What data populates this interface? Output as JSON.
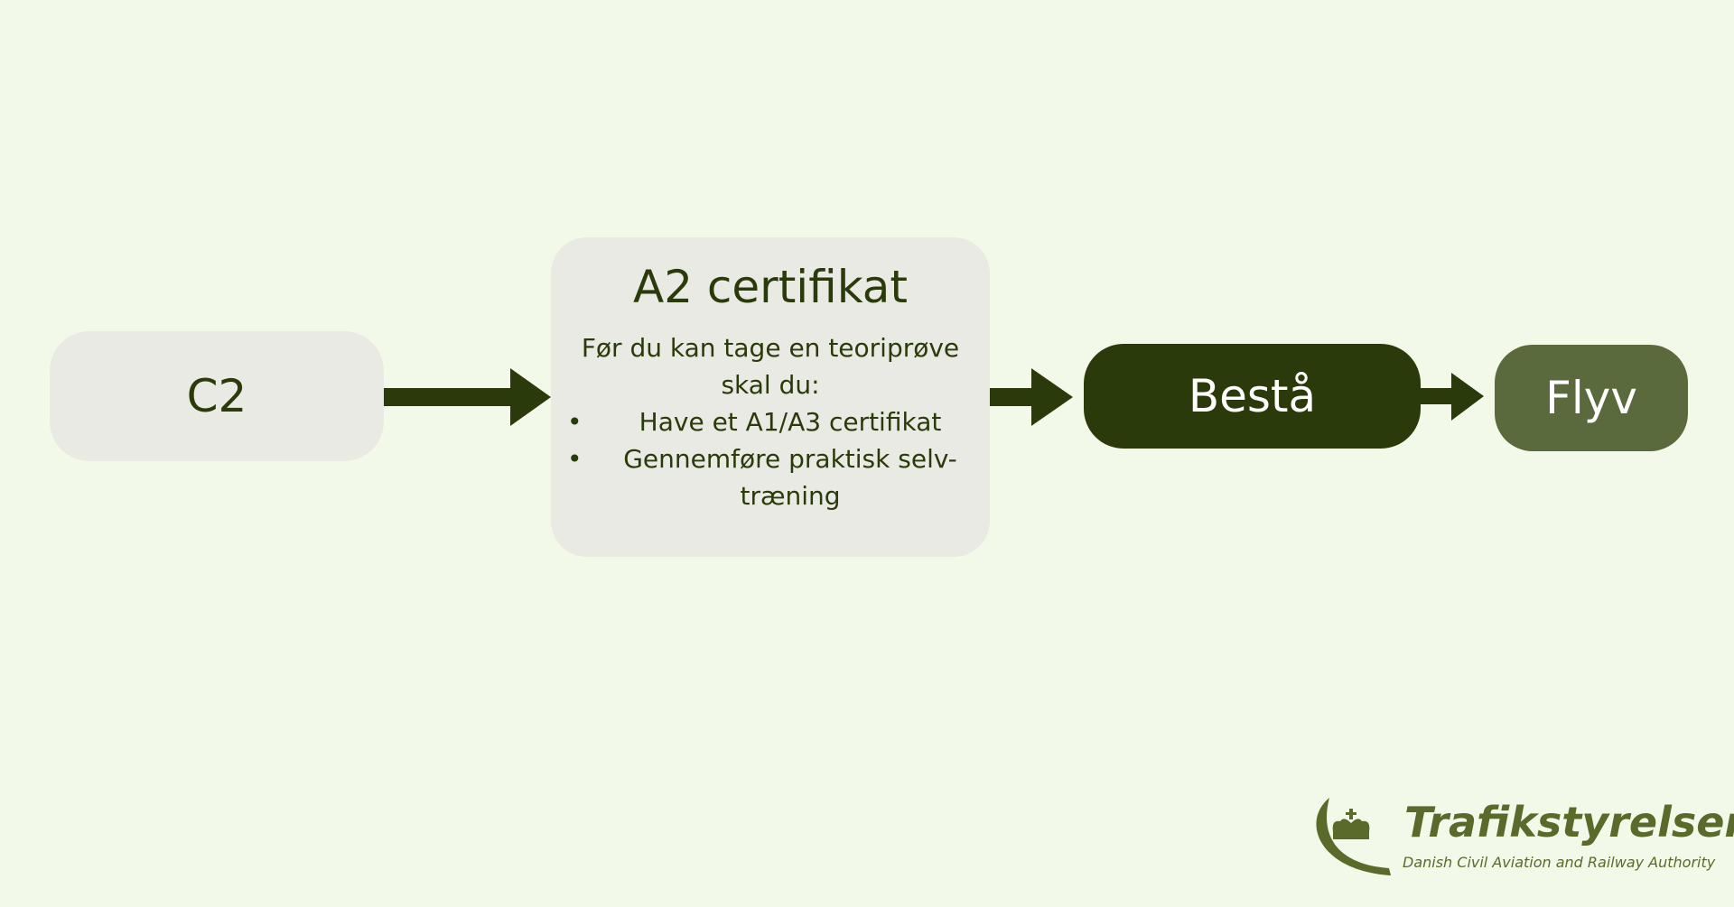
{
  "nodes": {
    "c2": "C2",
    "a2": {
      "title": "A2 certifikat",
      "intro": "Før du kan tage en teoriprøve skal du:",
      "bullet_symbol": "•",
      "bullets": [
        "Have et A1/A3 certifikat",
        "Gennemføre praktisk selv-træning"
      ]
    },
    "besta": "Bestå",
    "flyv": "Flyv"
  },
  "logo": {
    "name": "Trafikstyrelsen",
    "subtitle": "Danish Civil Aviation and Railway Authority"
  },
  "colors": {
    "background": "#f3f9e8",
    "dark_green": "#2b3a0a",
    "mid_green": "#5a6a3c",
    "box_gray": "#e8eae3"
  }
}
